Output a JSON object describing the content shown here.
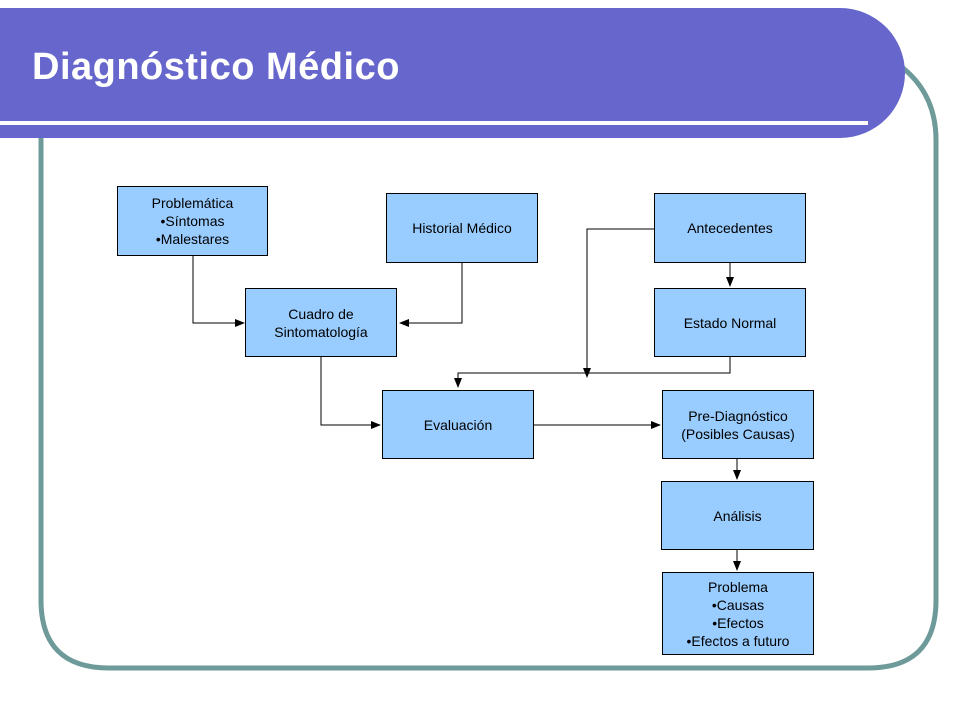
{
  "title": "Diagnóstico Médico",
  "colors": {
    "banner": "#6666cc",
    "frame": "#6f9a9a",
    "box_fill": "#99ccff",
    "box_border": "#000000",
    "connector": "#000000"
  },
  "nodes": {
    "problematica": {
      "lines": [
        "Problemática",
        "•Síntomas",
        "•Malestares"
      ]
    },
    "historial": {
      "lines": [
        "Historial Médico"
      ]
    },
    "antecedentes": {
      "lines": [
        "Antecedentes"
      ]
    },
    "cuadro": {
      "lines": [
        "Cuadro de",
        "Sintomatología"
      ]
    },
    "estado": {
      "lines": [
        "Estado Normal"
      ]
    },
    "evaluacion": {
      "lines": [
        "Evaluación"
      ]
    },
    "prediagnostico": {
      "lines": [
        "Pre-Diagnóstico",
        "(Posibles Causas)"
      ]
    },
    "analisis": {
      "lines": [
        "Análisis"
      ]
    },
    "problema": {
      "lines": [
        "Problema",
        "•Causas",
        "•Efectos",
        "•Efectos a futuro"
      ]
    }
  },
  "edges": [
    {
      "from": "problematica",
      "to": "cuadro"
    },
    {
      "from": "historial",
      "to": "cuadro"
    },
    {
      "from": "antecedentes",
      "to": "estado"
    },
    {
      "from": "antecedentes",
      "to": "evaluacion"
    },
    {
      "from": "estado",
      "to": "evaluacion"
    },
    {
      "from": "cuadro",
      "to": "evaluacion"
    },
    {
      "from": "evaluacion",
      "to": "prediagnostico"
    },
    {
      "from": "prediagnostico",
      "to": "analisis"
    },
    {
      "from": "analisis",
      "to": "problema"
    }
  ]
}
